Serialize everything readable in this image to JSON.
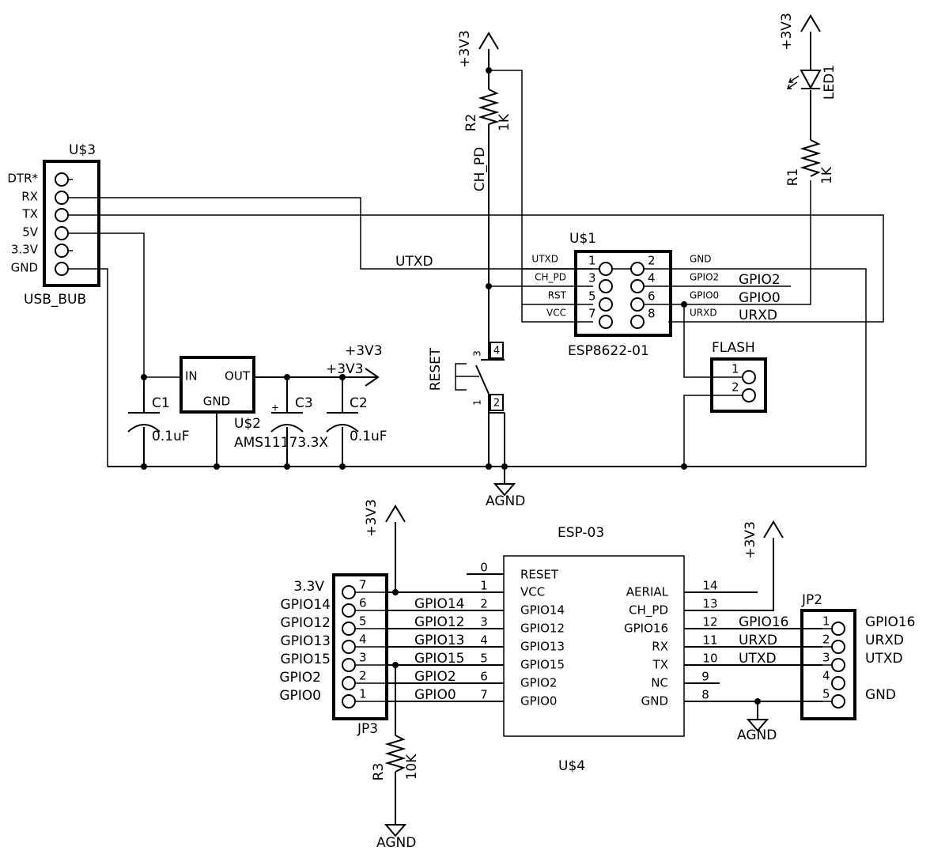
{
  "u3": {
    "name": "U$3",
    "value": "USB_BUB",
    "pins": [
      "DTR*",
      "RX",
      "TX",
      "5V",
      "3.3V",
      "GND"
    ]
  },
  "u1": {
    "name": "U$1",
    "value": "ESP8622-01",
    "left_labels": [
      "UTXD",
      "CH_PD",
      "RST",
      "VCC"
    ],
    "left_numbers": [
      "1",
      "3",
      "5",
      "7"
    ],
    "right_numbers": [
      "2",
      "4",
      "6",
      "8"
    ],
    "right_labels": [
      "GND",
      "GPIO2",
      "GPIO0",
      "URXD"
    ],
    "net_labels": [
      "GPIO2",
      "GPIO0",
      "URXD"
    ]
  },
  "utxd_net": "UTXD",
  "chpd_net": "CH_PD",
  "supply": "+3V3",
  "ground": "AGND",
  "r2": {
    "name": "R2",
    "value": "1K"
  },
  "r1": {
    "name": "R1",
    "value": "1K"
  },
  "r3": {
    "name": "R3",
    "value": "10K"
  },
  "led1": {
    "name": "LED1"
  },
  "reset": {
    "name": "RESET",
    "pins": [
      "3",
      "4",
      "1",
      "2"
    ]
  },
  "flash": {
    "name": "FLASH",
    "pins": [
      "1",
      "2"
    ]
  },
  "u2": {
    "name": "U$2",
    "value": "AMS11173.3X",
    "in": "IN",
    "out": "OUT",
    "gnd": "GND"
  },
  "c1": {
    "name": "C1",
    "value": "0.1uF"
  },
  "c2": {
    "name": "C2",
    "value": "0.1uF"
  },
  "c3": {
    "name": "C3",
    "plus": "+"
  },
  "u4": {
    "name": "U$4",
    "value": "ESP-03",
    "left_labels": [
      "RESET",
      "VCC",
      "GPIO14",
      "GPIO12",
      "GPIO13",
      "GPIO15",
      "GPIO2",
      "GPIO0"
    ],
    "left_numbers": [
      "0",
      "1",
      "2",
      "3",
      "4",
      "5",
      "6",
      "7"
    ],
    "right_labels": [
      "AERIAL",
      "CH_PD",
      "GPIO16",
      "RX",
      "TX",
      "NC",
      "GND"
    ],
    "right_numbers": [
      "14",
      "13",
      "12",
      "11",
      "10",
      "9",
      "8"
    ],
    "left_nets": [
      "GPIO14",
      "GPIO12",
      "GPIO13",
      "GPIO15",
      "GPIO2",
      "GPIO0"
    ],
    "right_nets": [
      "GPIO16",
      "URXD",
      "UTXD"
    ]
  },
  "jp3": {
    "name": "JP3",
    "labels": [
      "3.3V",
      "GPIO14",
      "GPIO12",
      "GPIO13",
      "GPIO15",
      "GPIO2",
      "GPIO0"
    ],
    "numbers": [
      "7",
      "6",
      "5",
      "4",
      "3",
      "2",
      "1"
    ]
  },
  "jp2": {
    "name": "JP2",
    "labels": [
      "GPIO16",
      "URXD",
      "UTXD",
      "",
      "GND"
    ],
    "numbers": [
      "1",
      "2",
      "3",
      "4",
      "5"
    ]
  }
}
